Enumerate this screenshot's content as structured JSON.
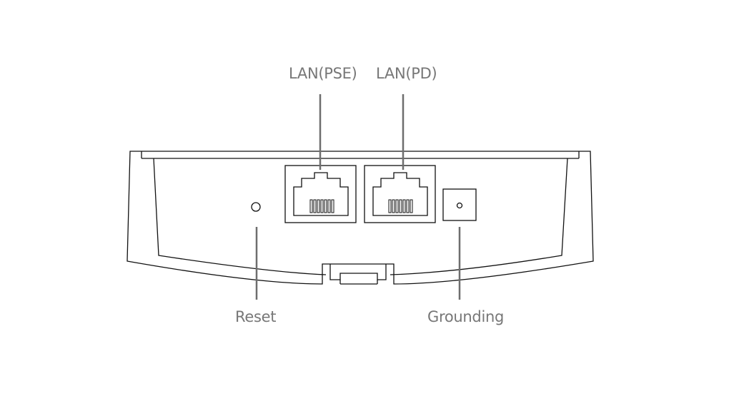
{
  "labels": {
    "lan_pse": "LAN(PSE)",
    "lan_pd": "LAN(PD)",
    "reset": "Reset",
    "grounding": "Grounding"
  },
  "colors": {
    "outline": "#111111",
    "leader": "#6e6e6e",
    "text": "#777777"
  }
}
